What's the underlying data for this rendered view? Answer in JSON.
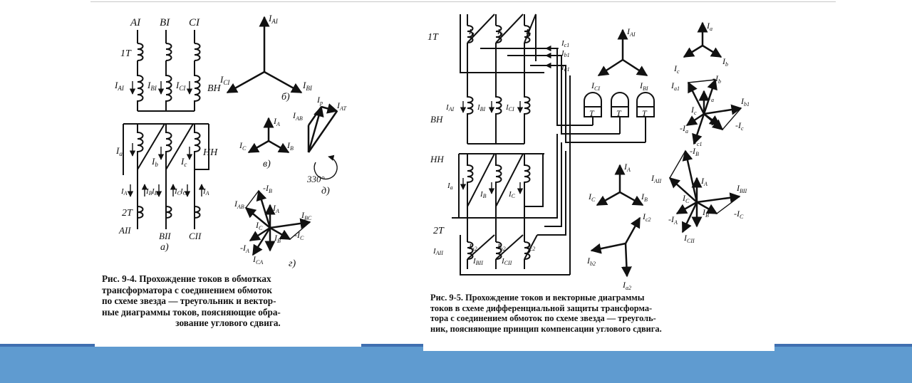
{
  "slide": {
    "colors": {
      "footer_band": "#5f9bd0",
      "footer_band_edge": "#3f6fb0"
    }
  },
  "figure_left": {
    "caption_lines": [
      "Рис. 9-4. Прохождение токов в обмотках",
      "трансформатора с соединением обмоток",
      "по схеме звезда — треугольник и вектор-",
      "ные диаграммы токов, поясняющие обра-",
      "зование углового сдвига."
    ],
    "phase_labels": [
      "AI",
      "BI",
      "CI"
    ],
    "labels": {
      "t1": "1T",
      "vn": "ВН",
      "nn": "НН",
      "t2": "2T",
      "ia1": "I",
      "ia1_sub": "AI",
      "ib1": "I",
      "ib1_sub": "BI",
      "ic1": "I",
      "ic1_sub": "CI",
      "ia": "I",
      "ia_sub": "a",
      "ib": "I",
      "ib_sub": "b",
      "ic": "I",
      "ic_sub": "c",
      "bottom_a": "I",
      "bottom_a_sub": "A",
      "bottom_b": "I",
      "bottom_b_sub": "B",
      "bottom_b2": "I",
      "bottom_b2_sub": "B",
      "bottom_c": "I",
      "bottom_c_sub": "C",
      "bottom_c2": "I",
      "bottom_c2_sub": "C",
      "bottom_a2": "I",
      "bottom_a2_sub": "A",
      "a2": "AII",
      "b2": "BII",
      "c2": "CII",
      "fig_a": "а)",
      "fig_b": "б)",
      "fig_v": "в)",
      "fig_g": "г)",
      "fig_d": "д)",
      "v_ia1": "I",
      "v_ia1_sub": "AI",
      "v_ic1": "I",
      "v_ic1_sub": "CI",
      "v_ib1": "I",
      "v_ib1_sub": "BI",
      "w_ia": "I",
      "w_ia_sub": "A",
      "w_ic": "I",
      "w_ic_sub": "C",
      "w_ib": "I",
      "w_ib_sub": "B",
      "d_iab": "I",
      "d_iab_sub": "AB",
      "d_ip": "I",
      "d_ip_sub": "p",
      "d_iat": "I",
      "d_iat_sub": "AT",
      "angle": "330°",
      "g_minus_ib": "-I",
      "g_minus_ib_sub": "B",
      "g_iab": "I",
      "g_iab_sub": "AB",
      "g_ia": "I",
      "g_ia_sub": "A",
      "g_ibc": "I",
      "g_ibc_sub": "BC",
      "g_ic": "I",
      "g_ic_sub": "C",
      "g_ib": "I",
      "g_ib_sub": "B",
      "g_minus_ia": "-I",
      "g_minus_ia_sub": "A",
      "g_minus_ic": "-I",
      "g_minus_ic_sub": "C",
      "g_ica": "I",
      "g_ica_sub": "CA"
    }
  },
  "figure_right": {
    "caption_lines": [
      "Рис. 9-5. Прохождение токов и векторные диаграммы",
      "токов в схеме дифференциальной защиты трансформа-",
      "тора с соединением обмоток по схеме звезда — треуголь-",
      "ник, поясняющие принцип компенсации углового сдвига."
    ],
    "labels": {
      "t1": "1T",
      "vn": "ВН",
      "nn": "НН",
      "t2": "2T",
      "relay": "T",
      "ia": "I",
      "ia_sub": "a",
      "ib": "I",
      "ib_sub": "b",
      "ic": "I",
      "ic_sub": "c",
      "ic1": "I",
      "ic1_sub": "c1",
      "ib1": "I",
      "ib1_sub": "b1",
      "ia1": "I",
      "ia1_sub": "a1",
      "iai": "I",
      "iai_sub": "AI",
      "ibi": "I",
      "ibi_sub": "BI",
      "ici": "I",
      "ici_sub": "CI",
      "v_ia1": "I",
      "v_ia1_sub": "AI",
      "v_ic1": "I",
      "v_ic1_sub": "CI",
      "v_ib1": "I",
      "v_ib1_sub": "BI",
      "s_ia": "I",
      "s_ia_sub": "a",
      "s_ic": "I",
      "s_ic_sub": "c",
      "s_ib": "I",
      "s_ib_sub": "b",
      "nn_ia": "I",
      "nn_ia_sub": "a",
      "nn_ib": "I",
      "nn_ib_sub": "B",
      "nn_ic": "I",
      "nn_ic_sub": "C",
      "w_ia": "I",
      "w_ia_sub": "A",
      "w_ic": "I",
      "w_ic_sub": "C",
      "w_ib": "I",
      "w_ib_sub": "B",
      "b_iaii": "I",
      "b_iaii_sub": "AII",
      "b_ia2": "I",
      "b_ia2_sub": "a2",
      "b_ib2": "I",
      "b_ib2_sub": "b2",
      "b_ic2": "I",
      "b_ic2_sub": "c2",
      "b_ibii": "I",
      "b_ibii_sub": "BII",
      "b_icii": "I",
      "b_icii_sub": "CII",
      "z_ic2": "I",
      "z_ic2_sub": "c2",
      "z_ib2": "I",
      "z_ib2_sub": "b2",
      "z_ia2": "I",
      "z_ia2_sub": "a2",
      "r_ia1": "I",
      "r_ia1_sub": "a1",
      "r_minus_ib": "-I",
      "r_minus_ib_sub": "b",
      "r_ia": "I",
      "r_ia_sub": "a",
      "r_ib1": "I",
      "r_ib1_sub": "b1",
      "r_ic": "I",
      "r_ic_sub": "c",
      "r_minus_ia": "-I",
      "r_minus_ia_sub": "a",
      "r_ib": "I",
      "r_ib_sub": "b",
      "r_minus_ic": "-I",
      "r_minus_ic_sub": "c",
      "r_ic1": "I",
      "r_ic1_sub": "c1",
      "q_minus_ib": "-I",
      "q_minus_ib_sub": "B",
      "q_iaii": "I",
      "q_iaii_sub": "AII",
      "q_ia": "I",
      "q_ia_sub": "A",
      "q_ibii": "I",
      "q_ibii_sub": "BII",
      "q_ic": "I",
      "q_ic_sub": "C",
      "q_ib": "I",
      "q_ib_sub": "B",
      "q_minus_ia": "-I",
      "q_minus_ia_sub": "A",
      "q_minus_ic": "-I",
      "q_minus_ic_sub": "C",
      "q_icii": "I",
      "q_icii_sub": "CII"
    }
  }
}
